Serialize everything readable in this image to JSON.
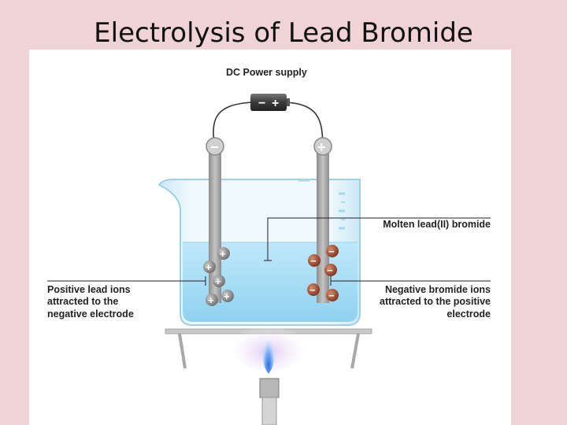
{
  "slide": {
    "title": "Electrolysis of Lead Bromide",
    "background": "#f0d3d6"
  },
  "diagram": {
    "power_supply_label": "DC Power supply",
    "battery": {
      "negative_symbol": "−",
      "positive_symbol": "+"
    },
    "electrode_left_symbol": "−",
    "electrode_right_symbol": "+",
    "label_molten": "Molten lead(II) bromide",
    "label_positive_lines": [
      "Positive lead ions",
      "attracted to the",
      "negative electrode"
    ],
    "label_negative_lines": [
      "Negative bromide ions",
      "attracted to the positive",
      "electrode"
    ],
    "cation_symbol": "+",
    "anion_symbol": "−",
    "colors": {
      "liquid": "#b4e3f8",
      "beaker_glass": "#dff1fa",
      "electrode": "#a9a9a9",
      "cation": "#8c8c8c",
      "anion": "#9c4a30",
      "flame": "#4a86e8"
    }
  }
}
